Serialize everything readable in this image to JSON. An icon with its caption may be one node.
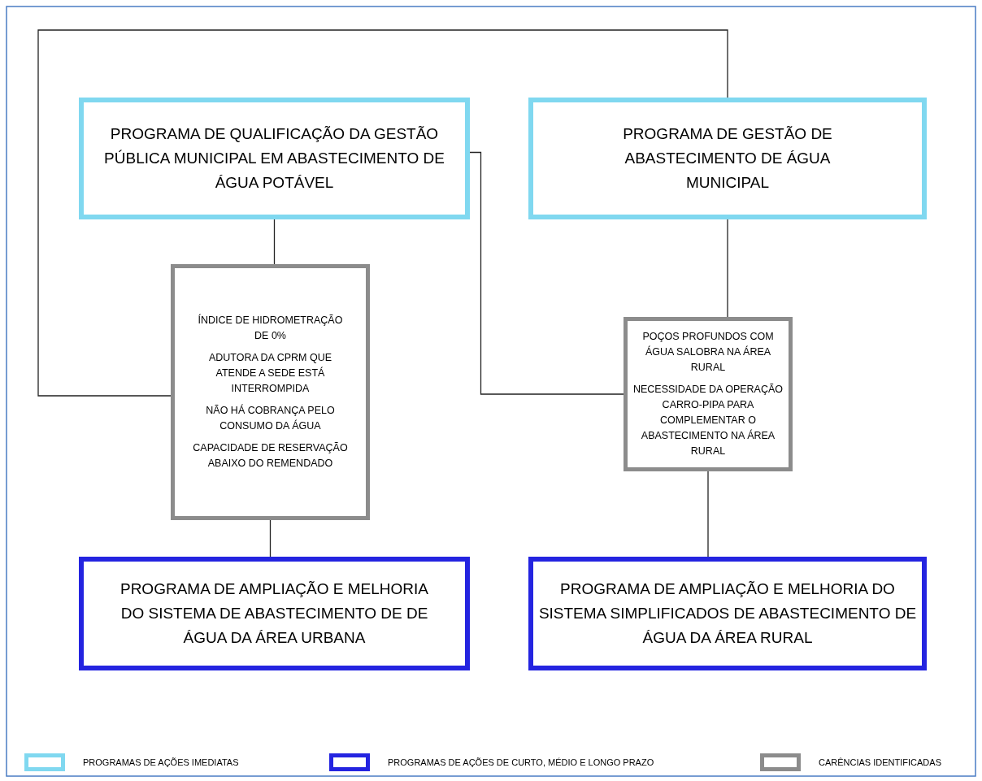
{
  "diagram": {
    "nodes": [
      {
        "text": [
          "PROGRAMA DE QUALIFICAÇÃO DA GESTÃO PÚBLICA MUNICIPAL EM ABASTECIMENTO DE ÁGUA POTÁVEL"
        ]
      },
      {
        "text": [
          "PROGRAMA DE GESTÃO DE ABASTECIMENTO DE ÁGUA MUNICIPAL"
        ]
      },
      {
        "text": [
          "ÍNDICE DE HIDROMETRAÇÃO DE 0%",
          "ADUTORA DA CPRM QUE ATENDE A SEDE ESTÁ INTERROMPIDA",
          "NÃO HÁ COBRANÇA PELO CONSUMO DA ÁGUA",
          "CAPACIDADE DE RESERVAÇÃO ABAIXO DO REMENDADO"
        ]
      },
      {
        "text": [
          "POÇOS PROFUNDOS COM ÁGUA SALOBRA NA ÁREA RURAL",
          "NECESSIDADE DA OPERAÇÃO CARRO-PIPA PARA COMPLEMENTAR O ABASTECIMENTO NA ÁREA RURAL"
        ]
      },
      {
        "text": [
          "PROGRAMA DE AMPLIAÇÃO E MELHORIA DO SISTEMA DE ABASTECIMENTO DE DE ÁGUA DA ÁREA URBANA"
        ]
      },
      {
        "text": [
          "PROGRAMA DE AMPLIAÇÃO E MELHORIA DO SISTEMA SIMPLIFICADOS DE ABASTECIMENTO DE ÁGUA DA ÁREA RURAL"
        ]
      }
    ],
    "edges": [
      {
        "from": 0,
        "to": 2,
        "arrow": "none"
      },
      {
        "from": 2,
        "to": 4,
        "arrow": "none"
      },
      {
        "from": 1,
        "to": 3,
        "arrow": "none"
      },
      {
        "from": 3,
        "to": 5,
        "arrow": "none"
      },
      {
        "from": 0,
        "to": 3,
        "arrow": "none"
      },
      {
        "from": 2,
        "to": 1,
        "arrow": "none"
      }
    ],
    "legend": [
      {
        "text": "PROGRAMAS DE AÇÕES IMEDIATAS",
        "color": "#80d8f0"
      },
      {
        "text": "PROGRAMAS DE AÇÕES DE CURTO, MÉDIO E LONGO PRAZO",
        "color": "#2424e0"
      },
      {
        "text": "CARÊNCIAS IDENTIFICADAS",
        "color": "#8c8c8c"
      }
    ]
  }
}
